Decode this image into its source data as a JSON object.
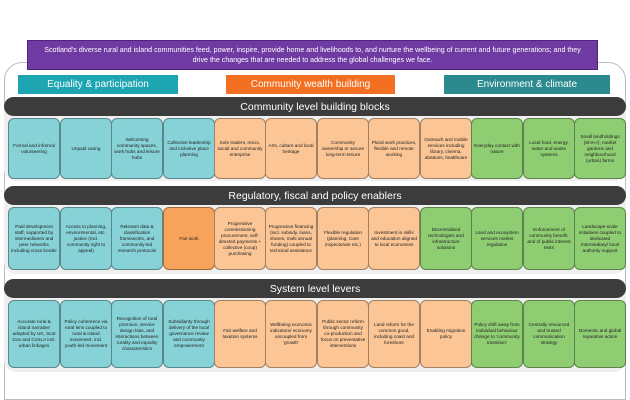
{
  "vision": "Scotland’s diverse rural and island communities feed, power, inspire, provide home and livelihoods to, and nurture the wellbeing of current and future generations; and they drive the changes that are needed to address the global challenges we face.",
  "themes": {
    "equality": "Equality & participation",
    "community_wealth": "Community wealth building",
    "environment": "Environment & climate"
  },
  "colors": {
    "vision": "#6f3aa2",
    "equality": "#1ea5b2",
    "community_wealth": "#f36f21",
    "environment": "#2b8a8d",
    "banner": "#3c3c3c",
    "card_blue": "#86d2d6",
    "card_orange": "#fbc595",
    "card_green": "#8fcd73"
  },
  "sections": [
    {
      "title": "Community level building blocks",
      "cards": [
        {
          "text": "Formal and informal volunteering",
          "color": "blue"
        },
        {
          "text": "Unpaid caring",
          "color": "blue"
        },
        {
          "text": "Welcoming community spaces, work hubs and leisure hubs",
          "color": "blue"
        },
        {
          "text": "Collective leadership and inclusive place planning",
          "color": "blue"
        },
        {
          "text": "Sole traders, micro, social and community enterprise",
          "color": "orange"
        },
        {
          "text": "Arts, culture and local heritage",
          "color": "orange"
        },
        {
          "text": "Community ownership or secure long-term tenure",
          "color": "orange"
        },
        {
          "text": "Plural work practices, flexible and remote working",
          "color": "orange"
        },
        {
          "text": "Outreach and mobile services including library, cinema, abattoirs, healthcare",
          "color": "orange"
        },
        {
          "text": "Everyday contact with nature",
          "color": "green"
        },
        {
          "text": "Local food, energy, water and waste systems",
          "color": "green"
        },
        {
          "text": "Small landholdings (SHA-r), market gardens and neighbourhood (urban) farms",
          "color": "green"
        }
      ]
    },
    {
      "title": "Regulatory, fiscal and policy enablers",
      "cards": [
        {
          "text": "Paid development staff, supported by intermediaries and peer networks including cross border",
          "color": "blue"
        },
        {
          "text": "Access to planning, environmental, etc. justice (incl. community right to appeal)",
          "color": "blue"
        },
        {
          "text": "Relevant data & classification frameworks, and community-led research protocols",
          "color": "blue"
        },
        {
          "text": "Fair work",
          "color": "dorange"
        },
        {
          "text": "Progressive commissioning procurement, self-directed payments + collective (coop) purchasing",
          "color": "orange"
        },
        {
          "text": "Progressive financing (incl. subsidy, loans, shares, multi annual funding) coupled to technical assistance",
          "color": "orange"
        },
        {
          "text": "Flexible regulation (planning, Care inspectorate etc.)",
          "color": "orange"
        },
        {
          "text": "Investment in skills and education aligned to local economies",
          "color": "orange"
        },
        {
          "text": "Decentralised technologies and infrastructure solutions",
          "color": "green"
        },
        {
          "text": "Land and ecosystem services market regulation",
          "color": "green"
        },
        {
          "text": "Enforcement of community benefit, and of public interest tests",
          "color": "green"
        },
        {
          "text": "Landscape-scale initiatives coupled to dedicated intermediary/ local authority support",
          "color": "green"
        }
      ]
    },
    {
      "title": "System level levers",
      "cards": [
        {
          "text": "Accurate rural & island narrative adopted by UK, Scot Gov and CoSLA incl. urban linkages",
          "color": "blue"
        },
        {
          "text": "Policy coherence via rural lens coupled to rural & island movement, incl. youth-led movement",
          "color": "blue"
        },
        {
          "text": "Recognition of rural premium, service design bias, and interactions between rurality and equality characteristics",
          "color": "blue"
        },
        {
          "text": "Subsidiarity through delivery of the local governance review and community empowerment",
          "color": "blue"
        },
        {
          "text": "Fair welfare and taxation systems",
          "color": "orange"
        },
        {
          "text": "Wellbeing economic indicators/ economy uncoupled from ‘growth’",
          "color": "orange"
        },
        {
          "text": "Public sector reform through community co-production and focus on preventative interventions",
          "color": "orange"
        },
        {
          "text": "Land reform for the common good, including coast and foreshore",
          "color": "orange"
        },
        {
          "text": "Enabling migration policy",
          "color": "orange"
        },
        {
          "text": "Policy shift away from individual behaviour change to ‘community transition’",
          "color": "green"
        },
        {
          "text": "Centrally resourced and trusted communication strategy",
          "color": "green"
        },
        {
          "text": "Domestic and global reparative action",
          "color": "green"
        }
      ]
    }
  ]
}
